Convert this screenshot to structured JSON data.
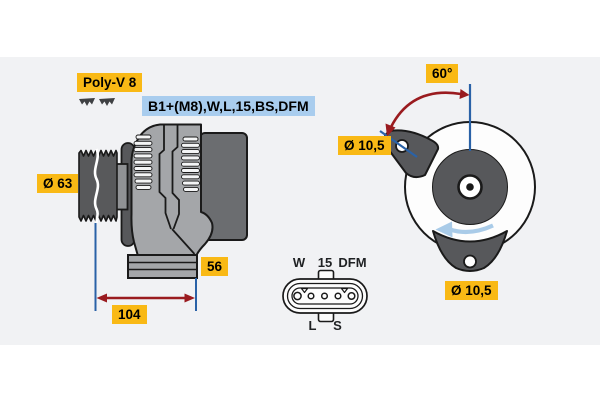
{
  "diagram": {
    "side_view": {
      "pulley_label": "Poly-V 8",
      "terminals_label": "B1+(M8),W,L,15,BS,DFM",
      "pulley_diameter": "Ø 63",
      "foot_dimension": "56",
      "mounting_length": "104"
    },
    "rear_view": {
      "angle": "60°",
      "upper_hole_diameter": "Ø 10,5",
      "lower_hole_diameter": "Ø 10,5"
    },
    "connector": {
      "top_pins": [
        "W",
        "15",
        "DFM"
      ],
      "bottom_pins": [
        "L",
        "S"
      ]
    },
    "colors": {
      "label_yellow": "#f9b915",
      "label_blue": "#a9cdee",
      "dimension_blue": "#2a62a7",
      "arrow_red": "#9a1b1f",
      "rotation_arrow_blue": "#a9cbe8",
      "body_gray": "#a4a6a9",
      "dark_gray": "#57585b",
      "background_gray": "#f1f2f4"
    }
  }
}
